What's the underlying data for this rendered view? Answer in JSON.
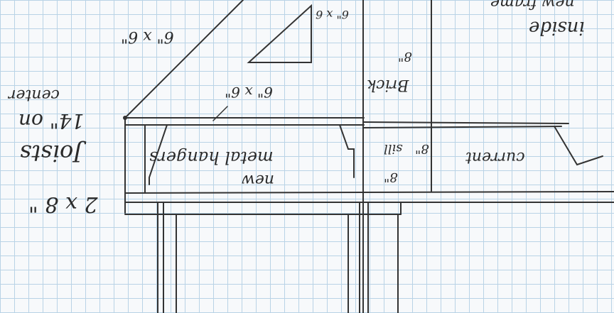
{
  "notes": {
    "roof_rafter_big": "6\" x 6\"",
    "roof_rafter_small": "6\" x 6",
    "header_beam": "6\" x 6\"",
    "brick_height": "8\"",
    "brick_label": "Brick",
    "sill_height_1": "8\"",
    "sill_label": "sill",
    "sill_height_2": "8\"",
    "metal_hangers": "metal hangers",
    "new_label": "new",
    "current_label": "current",
    "joists_size": "2 x 8 \"",
    "joists_label": "Joists",
    "joists_spacing": "14\" on",
    "joists_center": "center",
    "top_right_1": "inside",
    "top_right_2": "new frame"
  }
}
